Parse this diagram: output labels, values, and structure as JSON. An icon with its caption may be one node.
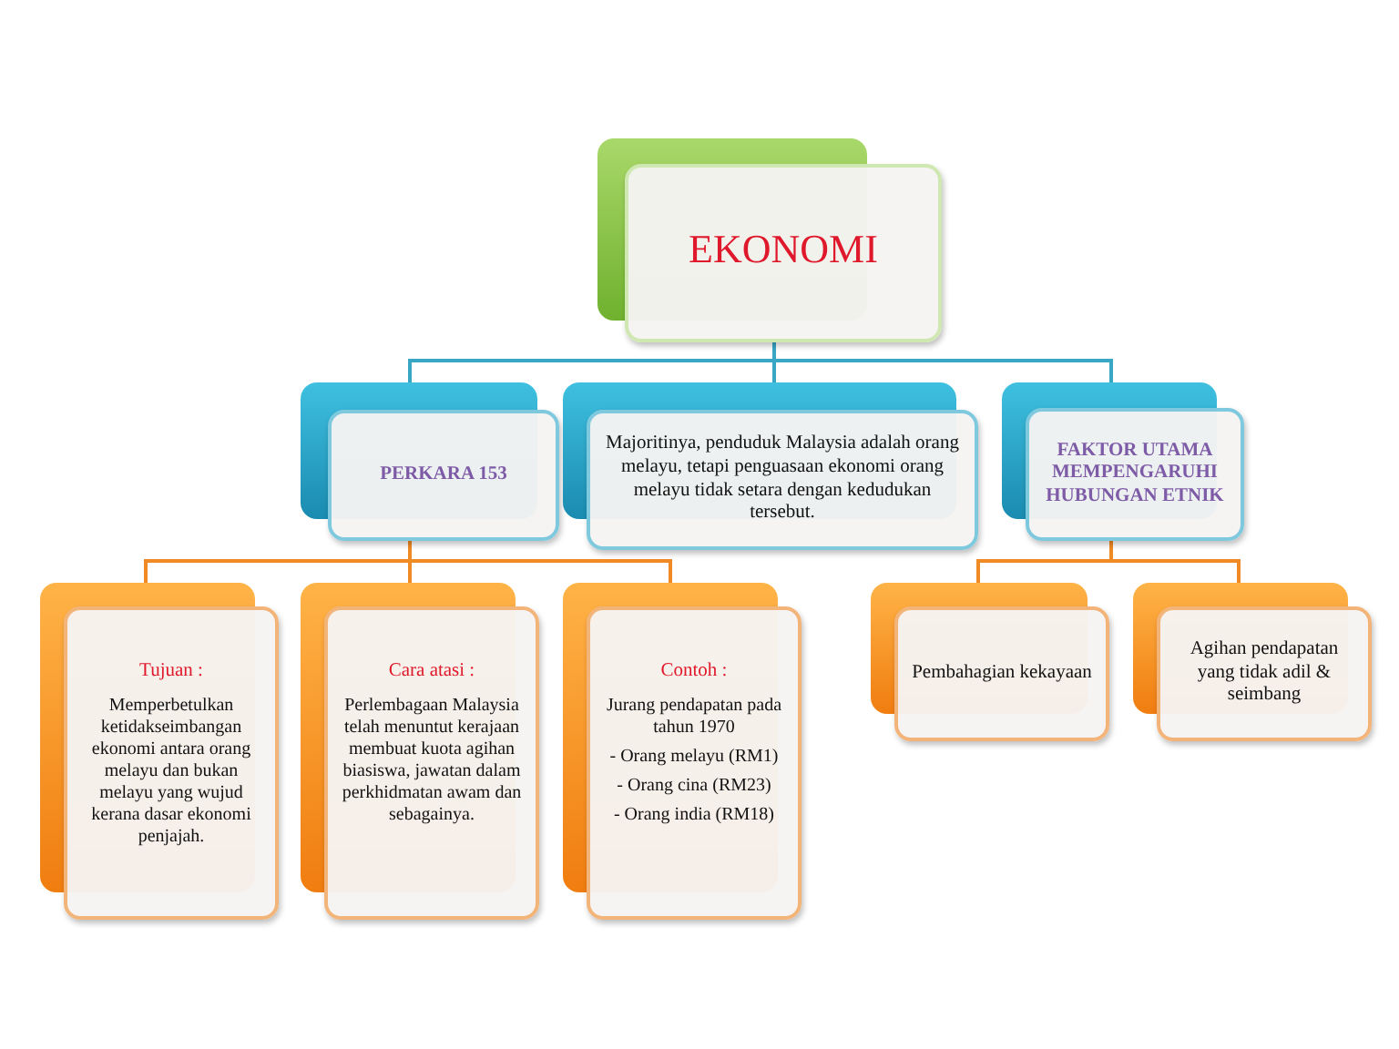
{
  "diagram": {
    "nodes": [
      {
        "text": [
          "EKONOMI"
        ]
      },
      {
        "text": [
          "PERKARA 153"
        ]
      },
      {
        "text": [
          "Majoritinya, penduduk Malaysia adalah orang melayu, tetapi penguasaan ekonomi orang melayu tidak setara dengan kedudukan tersebut."
        ]
      },
      {
        "text": [
          "FAKTOR UTAMA MEMPENGARUHI HUBUNGAN ETNIK"
        ]
      },
      {
        "text": [
          "Tujuan :",
          "Memperbetulkan ketidakseimbangan ekonomi antara orang melayu dan bukan melayu yang wujud kerana dasar ekonomi penjajah."
        ]
      },
      {
        "text": [
          "Cara atasi :",
          "Perlembagaan Malaysia telah menuntut kerajaan membuat kuota agihan biasiswa, jawatan dalam perkhidmatan awam dan sebagainya."
        ]
      },
      {
        "text": [
          "Contoh :",
          "Jurang pendapatan pada tahun 1970",
          "- Orang melayu (RM1)",
          "- Orang cina (RM23)",
          "- Orang india (RM18)"
        ]
      },
      {
        "text": [
          "Pembahagian kekayaan"
        ]
      },
      {
        "text": [
          "Agihan pendapatan yang tidak adil & seimbang"
        ]
      }
    ],
    "edges": [
      {
        "from": 0,
        "to": 1,
        "arrow": "none",
        "color": "#3aa6c6"
      },
      {
        "from": 0,
        "to": 2,
        "arrow": "none",
        "color": "#3aa6c6"
      },
      {
        "from": 0,
        "to": 3,
        "arrow": "none",
        "color": "#3aa6c6"
      },
      {
        "from": 1,
        "to": 4,
        "arrow": "none"
      },
      {
        "from": 1,
        "to": 5,
        "arrow": "none"
      },
      {
        "from": 1,
        "to": 6,
        "arrow": "none"
      },
      {
        "from": 3,
        "to": 7,
        "arrow": "none"
      },
      {
        "from": 3,
        "to": 8,
        "arrow": "none"
      }
    ]
  }
}
